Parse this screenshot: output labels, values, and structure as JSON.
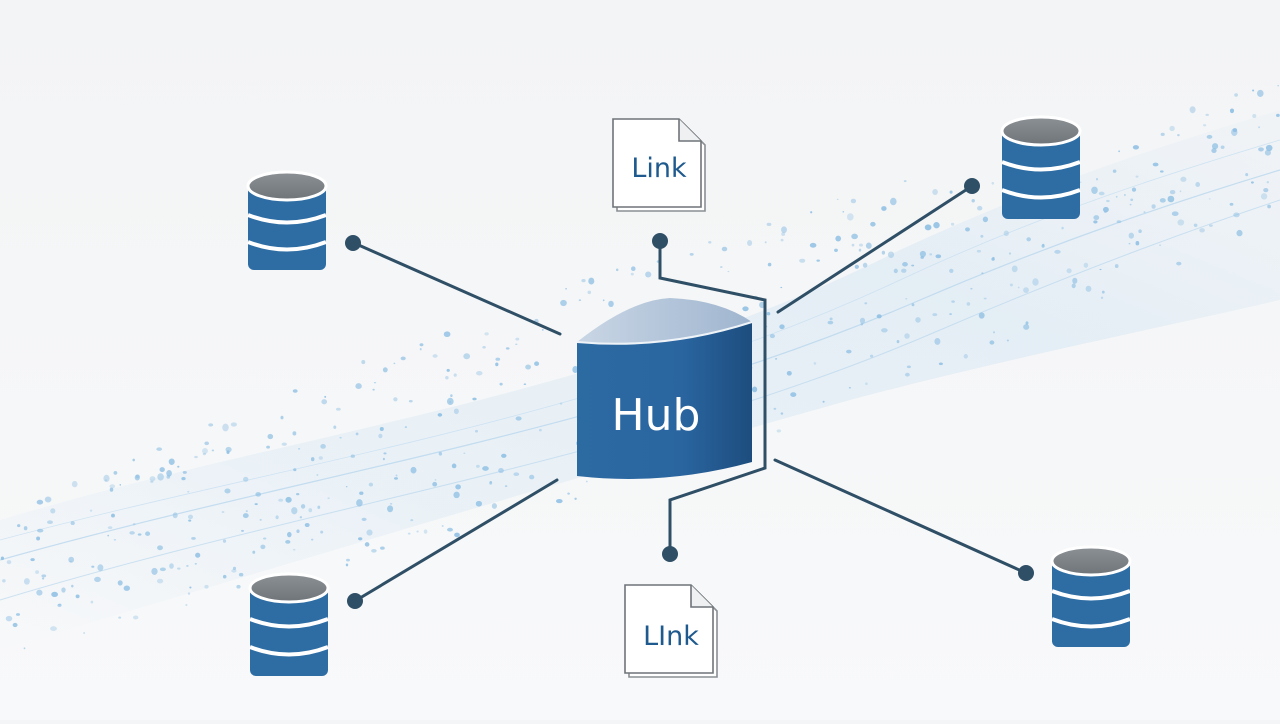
{
  "hub": {
    "label": "Hub"
  },
  "links": [
    {
      "label": "Link"
    },
    {
      "label": "LInk"
    }
  ],
  "colors": {
    "background": "#f4f5f6",
    "primary_blue": "#2e6da4",
    "dark_blue": "#1f4e79",
    "hub_top": "#b9c9dc",
    "connector": "#2f4f66",
    "cylinder_cap": "#7d8286",
    "particles": "#8ebfe3"
  },
  "icons": {
    "database": "database-icon",
    "document": "document-icon"
  }
}
